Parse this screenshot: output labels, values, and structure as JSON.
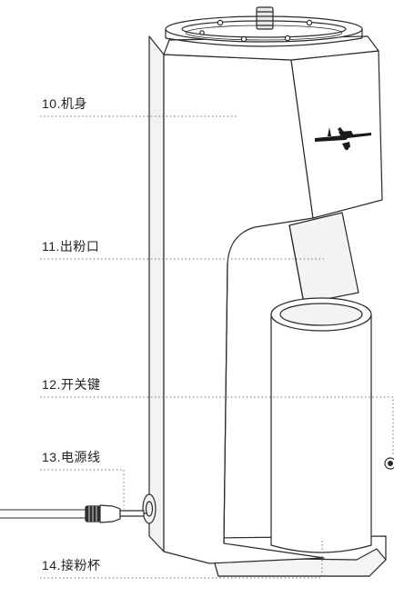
{
  "diagram": {
    "labels": [
      {
        "id": "body",
        "text": "10.机身"
      },
      {
        "id": "outlet",
        "text": "11.出粉口"
      },
      {
        "id": "switch",
        "text": "12.开关键"
      },
      {
        "id": "cable",
        "text": "13.电源线"
      },
      {
        "id": "cup",
        "text": "14.接粉杯"
      }
    ],
    "colors": {
      "stroke": "#2a2a2a",
      "leader": "#666666",
      "fill": "#ffffff"
    }
  }
}
